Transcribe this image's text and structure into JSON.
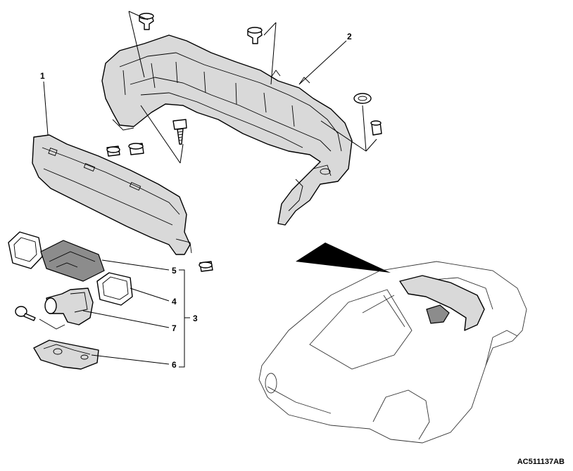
{
  "figure_code": "AC511137AB",
  "callouts": {
    "c1": "1",
    "c2": "2",
    "c3": "3",
    "c4": "4",
    "c5": "5",
    "c6": "6",
    "c7": "7"
  }
}
